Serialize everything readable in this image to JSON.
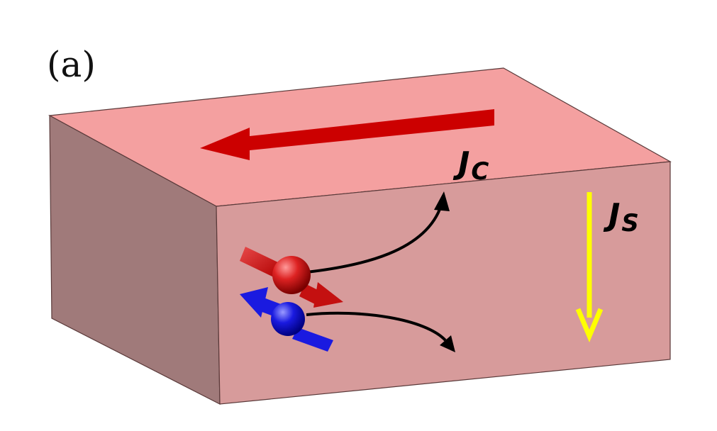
{
  "panel_label": "(a)",
  "labels": {
    "charge_current": {
      "main": "J",
      "sub": "C"
    },
    "spin_current": {
      "main": "J",
      "sub": "S"
    }
  },
  "colors": {
    "block_top": "#f4a0a0",
    "block_front": "#d79b9b",
    "block_side": "#a07a7a",
    "charge_arrow": "#cc0000",
    "spin_arrow": "#ffff00",
    "spin_up": "#cc1111",
    "spin_down": "#1111cc",
    "trajectory": "#000000"
  }
}
